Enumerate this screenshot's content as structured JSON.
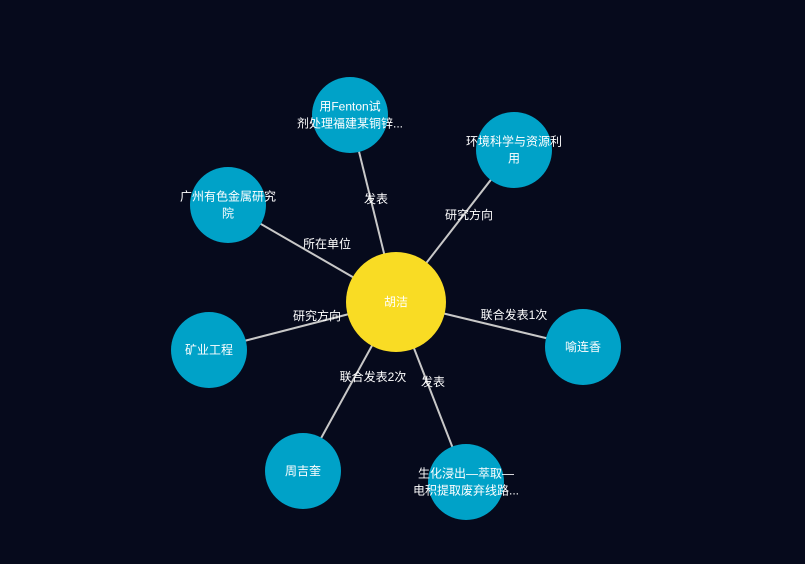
{
  "colors": {
    "background": "#060a1c",
    "center_node": "#f9dc24",
    "leaf_node": "#00a2c8",
    "edge": "#c8c8c8",
    "text": "#ffffff"
  },
  "center": {
    "label": "胡洁"
  },
  "nodes": [
    {
      "id": "paper1",
      "label_lines": [
        "用Fenton试",
        "剂处理福建某铜锌..."
      ]
    },
    {
      "id": "field1",
      "label_lines": [
        "环境科学与资源利",
        "用"
      ]
    },
    {
      "id": "institute",
      "label_lines": [
        "广州有色金属研究",
        "院"
      ]
    },
    {
      "id": "coauthor1",
      "label_lines": [
        "喻连香"
      ]
    },
    {
      "id": "field2",
      "label_lines": [
        "矿业工程"
      ]
    },
    {
      "id": "coauthor2",
      "label_lines": [
        "周吉奎"
      ]
    },
    {
      "id": "paper2",
      "label_lines": [
        "生化浸出—萃取—",
        "电积提取废弃线路..."
      ]
    }
  ],
  "edges": [
    {
      "target": "paper1",
      "label": "发表"
    },
    {
      "target": "field1",
      "label": "研究方向"
    },
    {
      "target": "institute",
      "label": "所在单位"
    },
    {
      "target": "coauthor1",
      "label": "联合发表1次"
    },
    {
      "target": "field2",
      "label": "研究方向"
    },
    {
      "target": "coauthor2",
      "label": "联合发表2次"
    },
    {
      "target": "paper2",
      "label": "发表"
    }
  ]
}
